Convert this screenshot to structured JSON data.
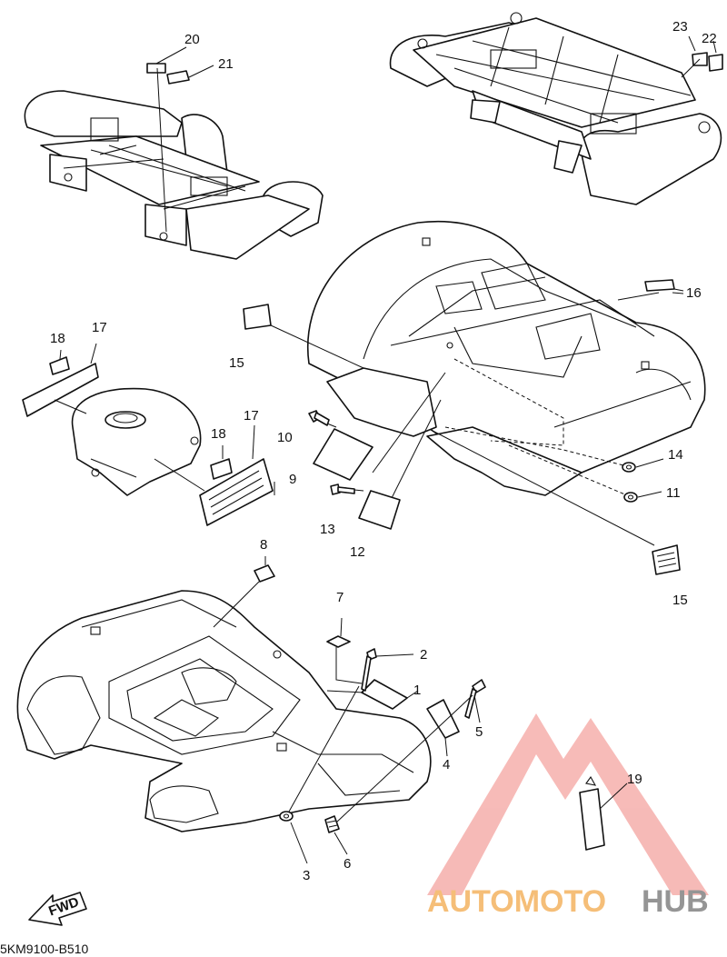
{
  "diagram_code": "5KM9100-B510",
  "direction_label": "FWD",
  "watermark": {
    "brand_part1": "AUTOMOTO",
    "brand_part2": "HUB",
    "colors": {
      "triangle": "#f08a86",
      "part1": "#f5b86a",
      "part2": "#8a8a8a"
    }
  },
  "callouts": {
    "c1": "1",
    "c2": "2",
    "c3": "3",
    "c4": "4",
    "c5": "5",
    "c6": "6",
    "c7": "7",
    "c8": "8",
    "c9": "9",
    "c10": "10",
    "c11": "11",
    "c12": "12",
    "c13": "13",
    "c14": "14",
    "c15a": "15",
    "c15b": "15",
    "c16": "16",
    "c17a": "17",
    "c17b": "17",
    "c18a": "18",
    "c18b": "18",
    "c19": "19",
    "c20": "20",
    "c21": "21",
    "c22": "22",
    "c23": "23"
  }
}
